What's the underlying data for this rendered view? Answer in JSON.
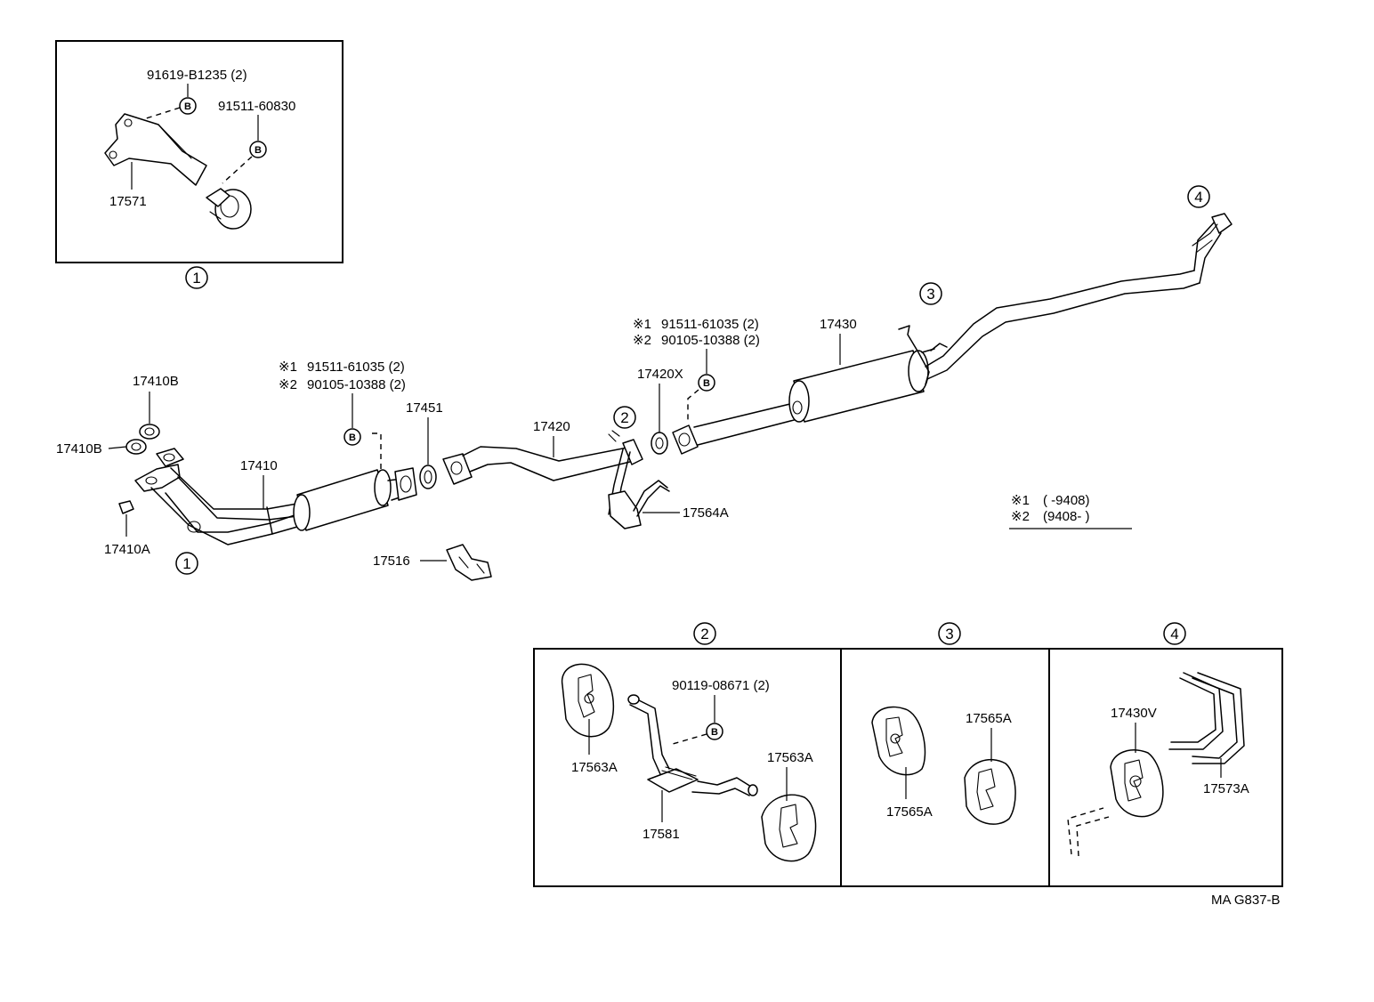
{
  "inset1": {
    "badge": "1",
    "labels": {
      "bolt_a": "91619-B1235 (2)",
      "bolt_b": "91511-60830",
      "bracket": "17571"
    }
  },
  "main": {
    "labels": {
      "p17410B_top": "17410B",
      "p17410B_left": "17410B",
      "p17410": "17410",
      "p17410A": "17410A",
      "p17516": "17516",
      "p17451": "17451",
      "p17420": "17420",
      "p17420X": "17420X",
      "p17564A": "17564A",
      "p17430": "17430"
    },
    "callout_front": {
      "line1": "91511-61035 (2)",
      "line2": "90105-10388 (2)"
    },
    "callout_rear": {
      "line1": "91511-61035 (2)",
      "line2": "90105-10388 (2)"
    },
    "badges": {
      "b1": "1",
      "b2": "2",
      "b3": "3",
      "b4": "4"
    },
    "b_marker": "B",
    "note_marks": {
      "mark1": "※1",
      "mark2": "※2"
    },
    "legend": {
      "mark1": "※1",
      "range1": "(        -9408)",
      "mark2": "※2",
      "range2": "(9408-        )"
    }
  },
  "insets": {
    "inset2": {
      "badge": "2",
      "labels": {
        "hanger_left": "17563A",
        "bolt": "90119-08671 (2)",
        "hanger_right": "17563A",
        "bracket": "17581"
      }
    },
    "inset3": {
      "badge": "3",
      "labels": {
        "hanger_left": "17565A",
        "hanger_right": "17565A"
      }
    },
    "inset4": {
      "badge": "4",
      "labels": {
        "hanger": "17430V",
        "bracket": "17573A"
      }
    }
  },
  "footer": {
    "code": "MA G837-B"
  }
}
